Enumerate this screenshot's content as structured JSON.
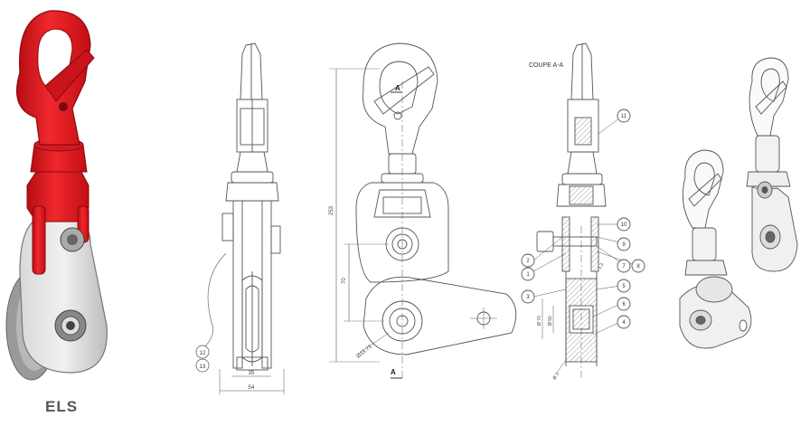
{
  "product": {
    "caption": "ELS"
  },
  "section": {
    "title": "COUPE A-A",
    "cut_label": "A"
  },
  "dimensions": {
    "width_inner": "35",
    "width_outer": "54",
    "height_total": "253",
    "height_partial": "70",
    "sheave_dia": "Ø33.73",
    "bore_a": "Ø 70",
    "bore_b": "Ø 50",
    "groove": "Ø 3",
    "angle": "1.3"
  },
  "balloons": [
    "1",
    "2",
    "3",
    "4",
    "5",
    "6",
    "7",
    "8",
    "9",
    "10",
    "11",
    "12",
    "13"
  ],
  "colors": {
    "swivel_red": "#e8141b",
    "steel_grey": "#c8c8c8",
    "line": "#555555"
  }
}
